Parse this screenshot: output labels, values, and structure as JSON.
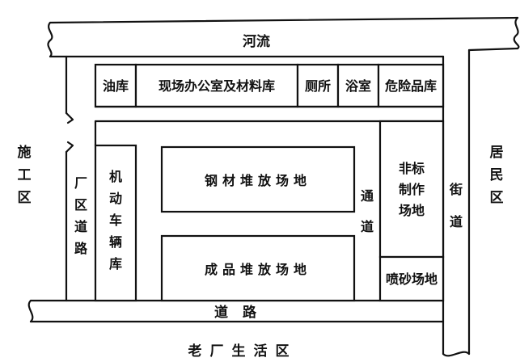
{
  "roads": {
    "river": "河流",
    "bottom_road": "道路",
    "factory_road": [
      "厂",
      "区",
      "道",
      "路"
    ],
    "inner_road": [
      "通",
      "道"
    ],
    "street": [
      "街",
      "道"
    ]
  },
  "areas": {
    "construction_zone": [
      "施",
      "工",
      "区"
    ],
    "residential_zone": [
      "居",
      "民",
      "区"
    ],
    "old_factory_zone": "老厂生活区"
  },
  "buildings": {
    "oil_depot": "油库",
    "site_office_materials": "现场办公室及材料库",
    "toilet": "厕所",
    "bathroom": "浴室",
    "hazardous_store": "危险品库",
    "vehicle_depot": [
      "机",
      "动",
      "车",
      "辆",
      "库"
    ],
    "steel_yard": "钢材堆放场地",
    "product_yard": "成品堆放场地",
    "nonstandard_yard": [
      "非标",
      "制作",
      "场地"
    ],
    "sandblast_yard": "喷砂场地"
  }
}
